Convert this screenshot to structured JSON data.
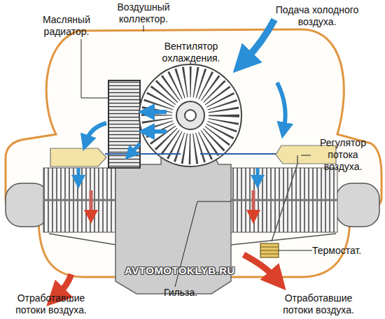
{
  "diagram": {
    "labels": [
      "Масляный радиатор.",
      "Воздушный коллектор.",
      "Подача холодного воздуха.",
      "Вентилятор охлаждения.",
      "Регулятор потока воздуха.",
      "Термостат.",
      "AVTOMOTOKLYB.RU",
      "Гильза.",
      "Отработавшие потоки воздуха.",
      "Отработавшие потоки воздуха."
    ]
  }
}
